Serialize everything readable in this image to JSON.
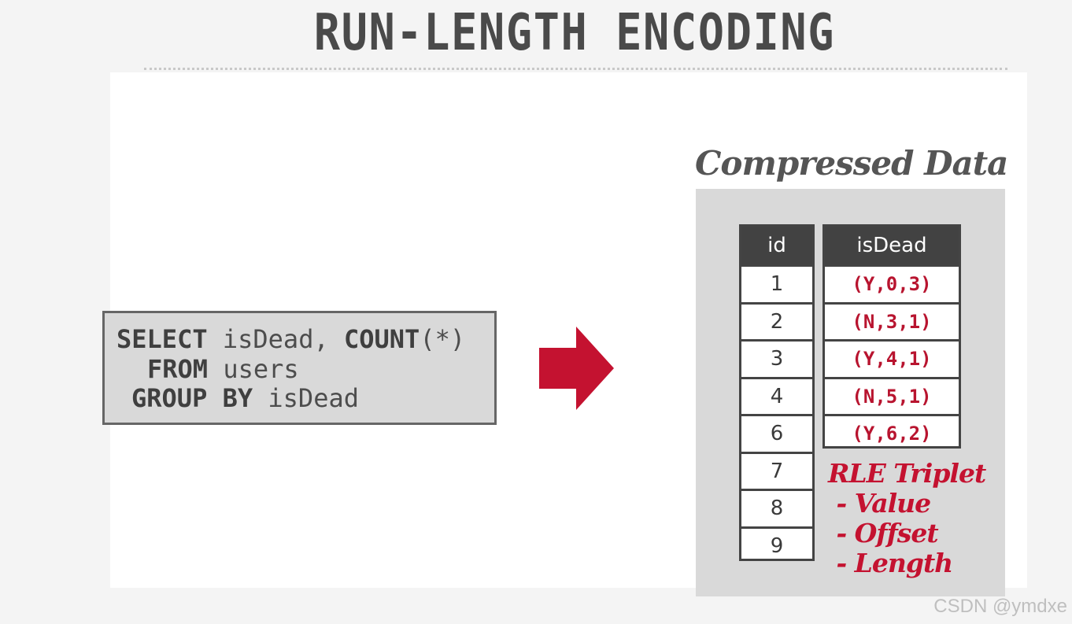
{
  "slide": {
    "title": "RUN-LENGTH ENCODING"
  },
  "query": {
    "line1_kw1": "SELECT",
    "line1_rest1": " isDead, ",
    "line1_kw2": "COUNT",
    "line1_rest2": "(*)",
    "line2_kw": "FROM",
    "line2_rest": " users",
    "line3_kw": "GROUP BY",
    "line3_rest": " isDead"
  },
  "compressed": {
    "title": "Compressed Data",
    "columns": [
      "id",
      "isDead"
    ],
    "ids": [
      "1",
      "2",
      "3",
      "4",
      "6",
      "7",
      "8",
      "9"
    ],
    "rle": [
      "(Y,0,3)",
      "(N,3,1)",
      "(Y,4,1)",
      "(N,5,1)",
      "(Y,6,2)"
    ],
    "legend": [
      "RLE Triplet",
      " - Value",
      " - Offset",
      " - Length"
    ]
  },
  "watermark": "CSDN @ymdxe",
  "colors": {
    "accent_red": "#c41230",
    "header_dark": "#424242",
    "panel_gray": "#d9d9d9"
  },
  "icons": {
    "arrow": "right-arrow-icon"
  }
}
